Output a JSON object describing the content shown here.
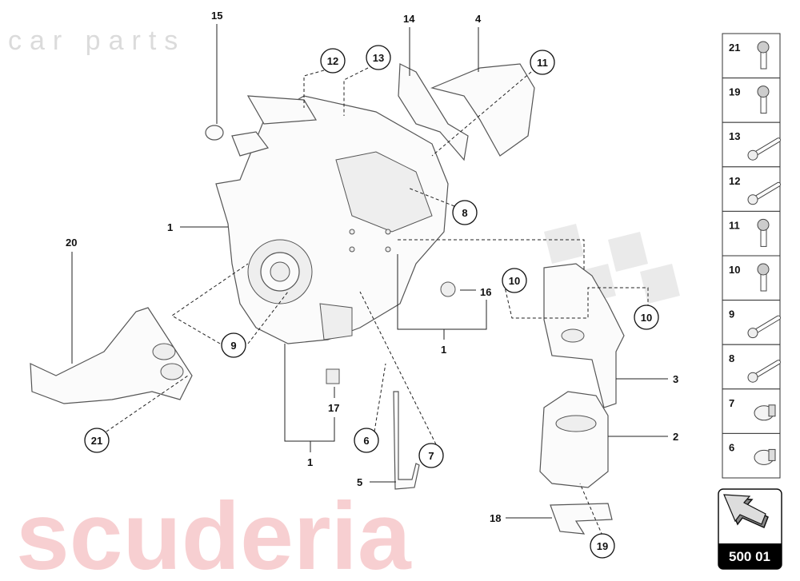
{
  "watermark": {
    "brand": "scuderia",
    "sub": "car parts"
  },
  "callouts": {
    "c15": "15",
    "c14": "14",
    "c4": "4",
    "c1a": "1",
    "c20": "20",
    "c16": "16",
    "c1b": "1",
    "c3": "3",
    "c2": "2",
    "c17": "17",
    "c1c": "1",
    "c5": "5",
    "c18": "18",
    "k12": "12",
    "k13": "13",
    "k11": "11",
    "k8": "8",
    "k10a": "10",
    "k10b": "10",
    "k9": "9",
    "k21": "21",
    "k6": "6",
    "k7": "7",
    "k19": "19"
  },
  "legend_panel": {
    "items": [
      {
        "label": "21",
        "icon": "flange-bolt-washer-icon"
      },
      {
        "label": "19",
        "icon": "flange-nut-icon"
      },
      {
        "label": "13",
        "icon": "hex-flange-bolt-icon"
      },
      {
        "label": "12",
        "icon": "hex-flange-bolt-icon"
      },
      {
        "label": "11",
        "icon": "socket-bolt-washer-icon"
      },
      {
        "label": "10",
        "icon": "socket-cap-screw-icon"
      },
      {
        "label": "9",
        "icon": "long-socket-bolt-icon"
      },
      {
        "label": "8",
        "icon": "long-hex-bolt-icon"
      },
      {
        "label": "7",
        "icon": "clamp-icon"
      },
      {
        "label": "6",
        "icon": "clip-icon"
      }
    ]
  },
  "page_badge": {
    "code": "500 01",
    "icon": "arrow-back-icon"
  }
}
